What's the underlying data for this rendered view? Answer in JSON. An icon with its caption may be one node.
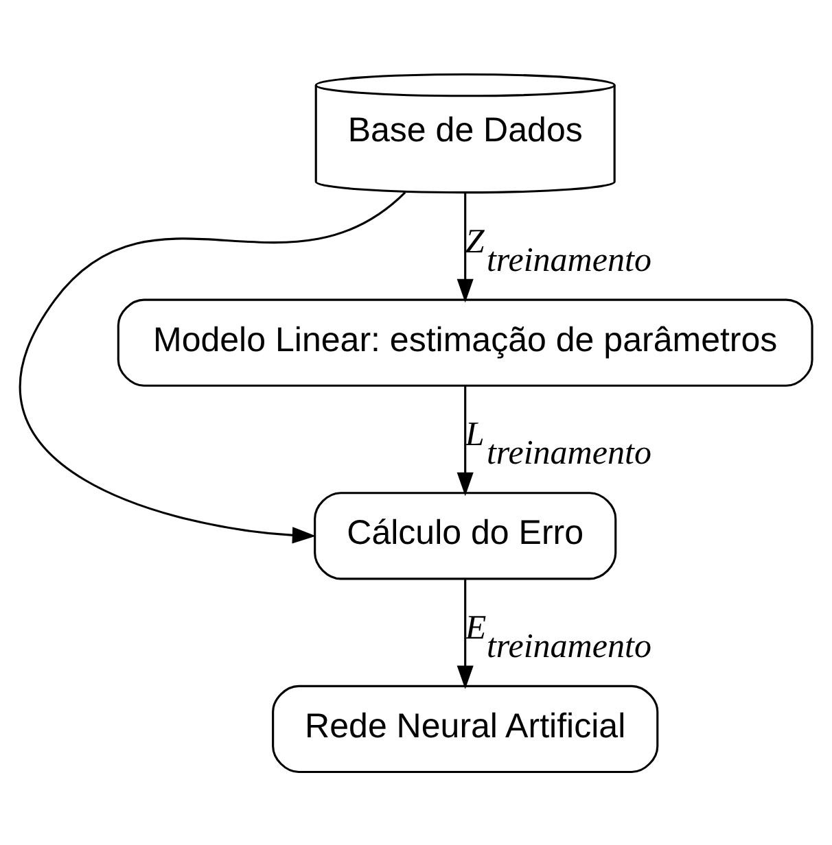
{
  "diagram": {
    "nodes": [
      {
        "text": [
          "Base de Dados"
        ]
      },
      {
        "text": [
          "Modelo Linear: estimação de parâmetros"
        ]
      },
      {
        "text": [
          "Cálculo do Erro"
        ]
      },
      {
        "text": [
          "Rede Neural Artificial"
        ]
      }
    ],
    "edges": [
      {
        "from": 0,
        "to": 1,
        "arrow": "to",
        "label": "Z$_{treinamento}$"
      },
      {
        "from": 0,
        "to": 2,
        "arrow": "to"
      },
      {
        "from": 1,
        "to": 2,
        "arrow": "to",
        "label": "L$_{treinamento}$"
      },
      {
        "from": 2,
        "to": 3,
        "arrow": "to",
        "label": "E$_{treinamento}$"
      }
    ]
  }
}
